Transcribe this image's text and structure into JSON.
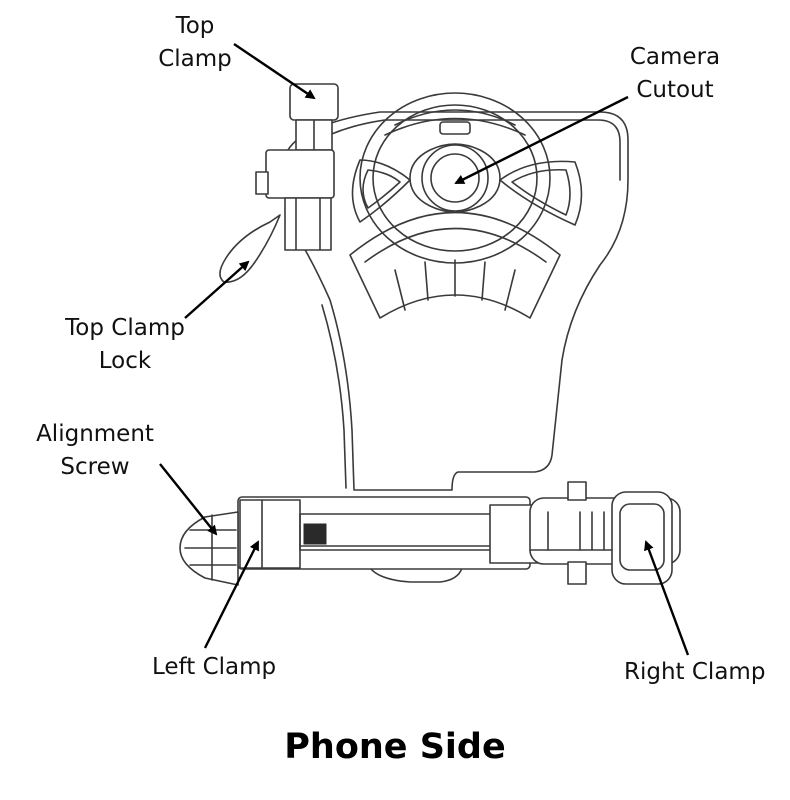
{
  "labels": {
    "top_clamp": [
      "Top",
      "Clamp"
    ],
    "camera_cutout": [
      "Camera",
      "Cutout"
    ],
    "top_clamp_lock": [
      "Top Clamp",
      "Lock"
    ],
    "alignment_screw": [
      "Alignment",
      "Screw"
    ],
    "left_clamp": "Left Clamp",
    "right_clamp": "Right Clamp"
  },
  "caption": "Phone Side"
}
